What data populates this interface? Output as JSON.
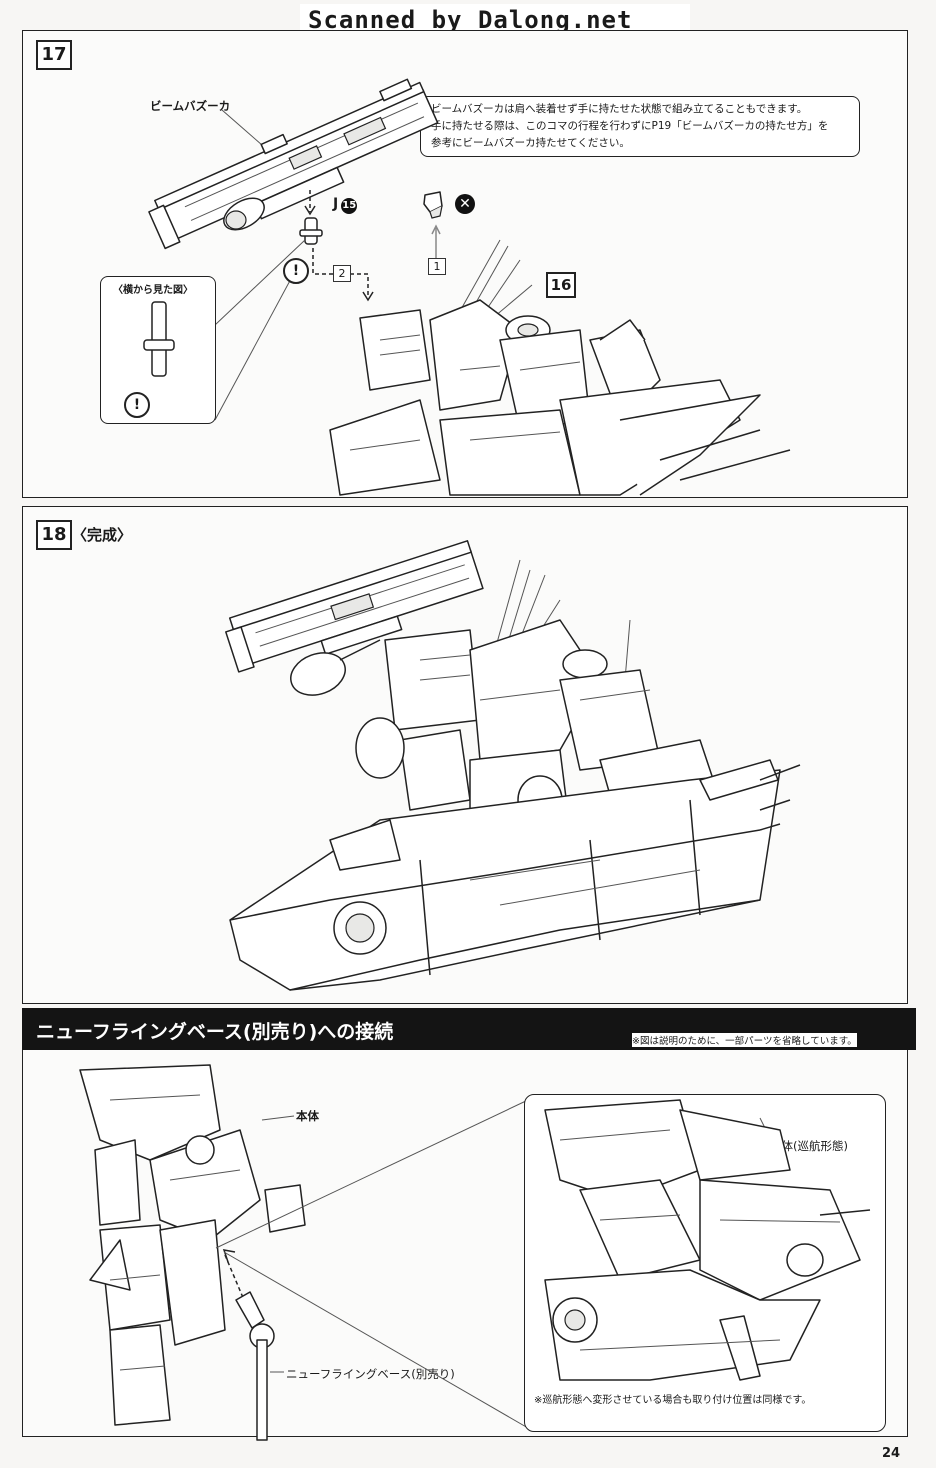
{
  "header": {
    "watermark": "Scanned by Dalong.net"
  },
  "step17": {
    "number": "17",
    "bazooka_label": "ビームバズーカ",
    "note_lines": [
      "ビームバズーカは肩へ装着せず手に持たせた状態で組み立てることもできます。",
      "手に持たせる際は、このコマの行程を行わずにP19「ビームバズーカの持たせ方」を",
      "参考にビームバズーカ持たせてください。"
    ],
    "part_letter": "J",
    "part_number": "15",
    "ng_mark": "✕",
    "side_view_label": "〈横から見た図〉",
    "warning_mark": "!",
    "arrow1_number": "1",
    "arrow2_number": "2",
    "ref_step": "16"
  },
  "step18": {
    "number": "18",
    "title": "〈完成〉"
  },
  "connection": {
    "title": "ニューフライングベース(別売り)への接続",
    "omission_note": "※図は説明のために、一部パーツを省略しています。",
    "body_label": "本体",
    "body_cruise_label": "本体(巡航形態)",
    "base_label": "ニューフライングベース(別売り)",
    "cruise_note": "※巡航形態へ変形させている場合も取り付け位置は同様です。"
  },
  "footer": {
    "page_number": "24"
  }
}
